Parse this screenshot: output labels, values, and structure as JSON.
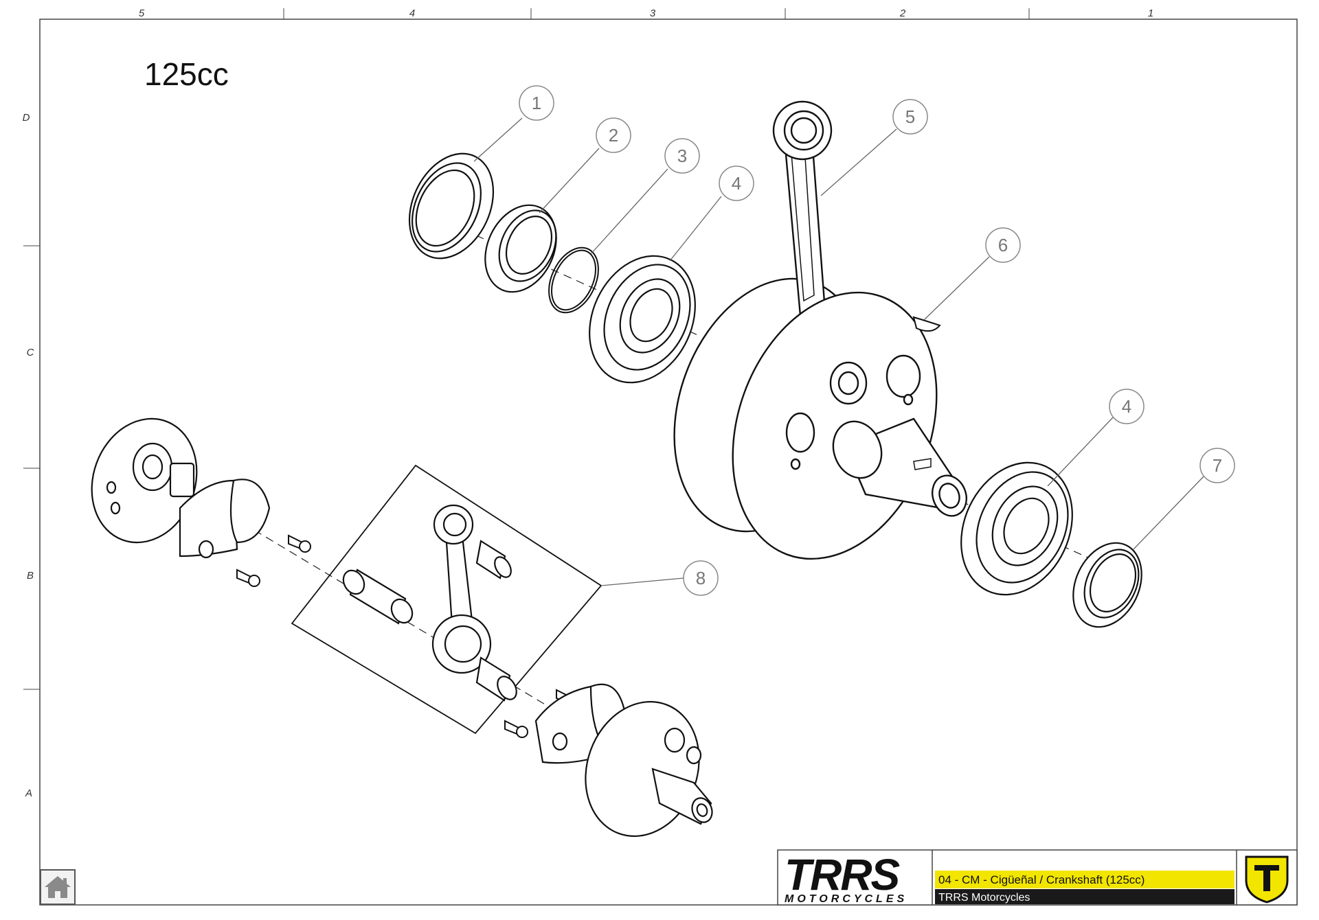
{
  "title": "125cc",
  "zones": {
    "columns": [
      "5",
      "4",
      "3",
      "2",
      "1"
    ],
    "rows": [
      "D",
      "C",
      "B",
      "A"
    ]
  },
  "callouts": [
    "1",
    "2",
    "3",
    "4",
    "5",
    "6",
    "4",
    "7",
    "8"
  ],
  "title_block": {
    "logo_main": "TRRS",
    "logo_sub": "MOTORCYCLES",
    "drawing_title": "04 - CM - Cigüeñal / Crankshaft (125cc)",
    "company": "TRRS Motorcycles",
    "accent_color": "#f2e500",
    "dark_color": "#1a1a1a"
  },
  "icons": {
    "home": "home-icon",
    "brand_badge": "trrs-badge-icon"
  }
}
